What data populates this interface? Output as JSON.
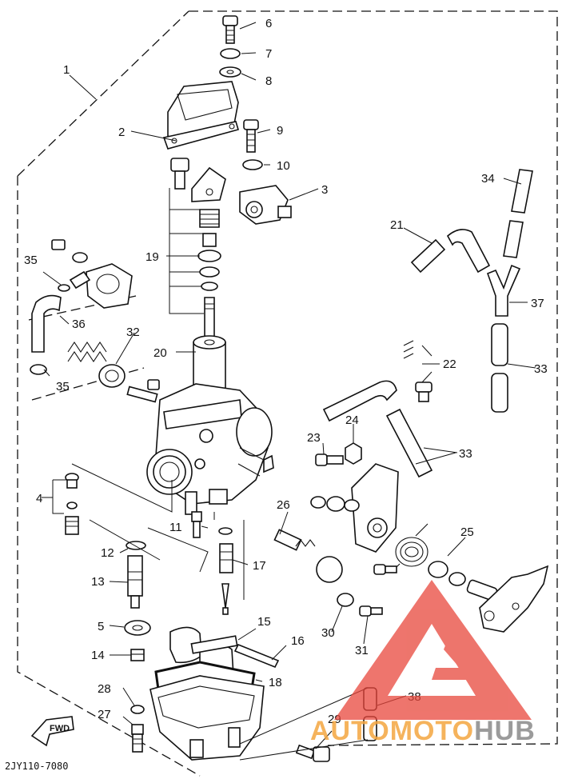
{
  "diagram": {
    "part_code": "2JY110-7080",
    "fwd_label": "FWD",
    "callouts": [
      "1",
      "2",
      "3",
      "4",
      "5",
      "6",
      "7",
      "8",
      "9",
      "10",
      "11",
      "12",
      "13",
      "14",
      "15",
      "16",
      "17",
      "18",
      "19",
      "20",
      "21",
      "22",
      "23",
      "24",
      "25",
      "26",
      "27",
      "28",
      "29",
      "30",
      "31",
      "32",
      "33",
      "33",
      "34",
      "35",
      "35",
      "36",
      "37",
      "38"
    ]
  },
  "watermark": {
    "part1": "AUTO",
    "part2": "MOTO",
    "part3": "HUB",
    "colors": {
      "orange": "#f4a640",
      "red": "#e8473c",
      "gray": "#8a8a8a"
    }
  }
}
